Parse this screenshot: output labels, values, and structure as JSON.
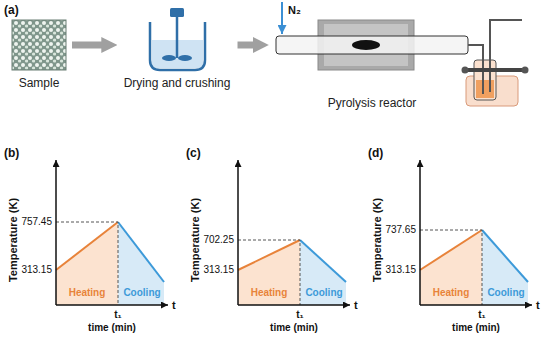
{
  "diagram": {
    "nodes": [
      {
        "text": [
          "Sample"
        ]
      },
      {
        "text": [
          "Drying and crushing"
        ]
      },
      {
        "text": [
          "Pyrolysis reactor"
        ]
      }
    ],
    "edges": [
      {
        "from": 0,
        "to": 1,
        "arrow": "to"
      },
      {
        "from": 1,
        "to": 2,
        "arrow": "to"
      }
    ],
    "labels": [
      "(a)",
      "N₂",
      "(b)",
      "Temperature (K)",
      "757.45",
      "313.15",
      "Heating",
      "Cooling",
      "t₁",
      "time (min)",
      "t",
      "(c)",
      "Temperature (K)",
      "702.25",
      "313.15",
      "Heating",
      "Cooling",
      "t₁",
      "time (min)",
      "t",
      "(d)",
      "Temperature (K)",
      "737.65",
      "313.15",
      "Heating",
      "Cooling",
      "t₁",
      "time (min)",
      "t"
    ]
  }
}
